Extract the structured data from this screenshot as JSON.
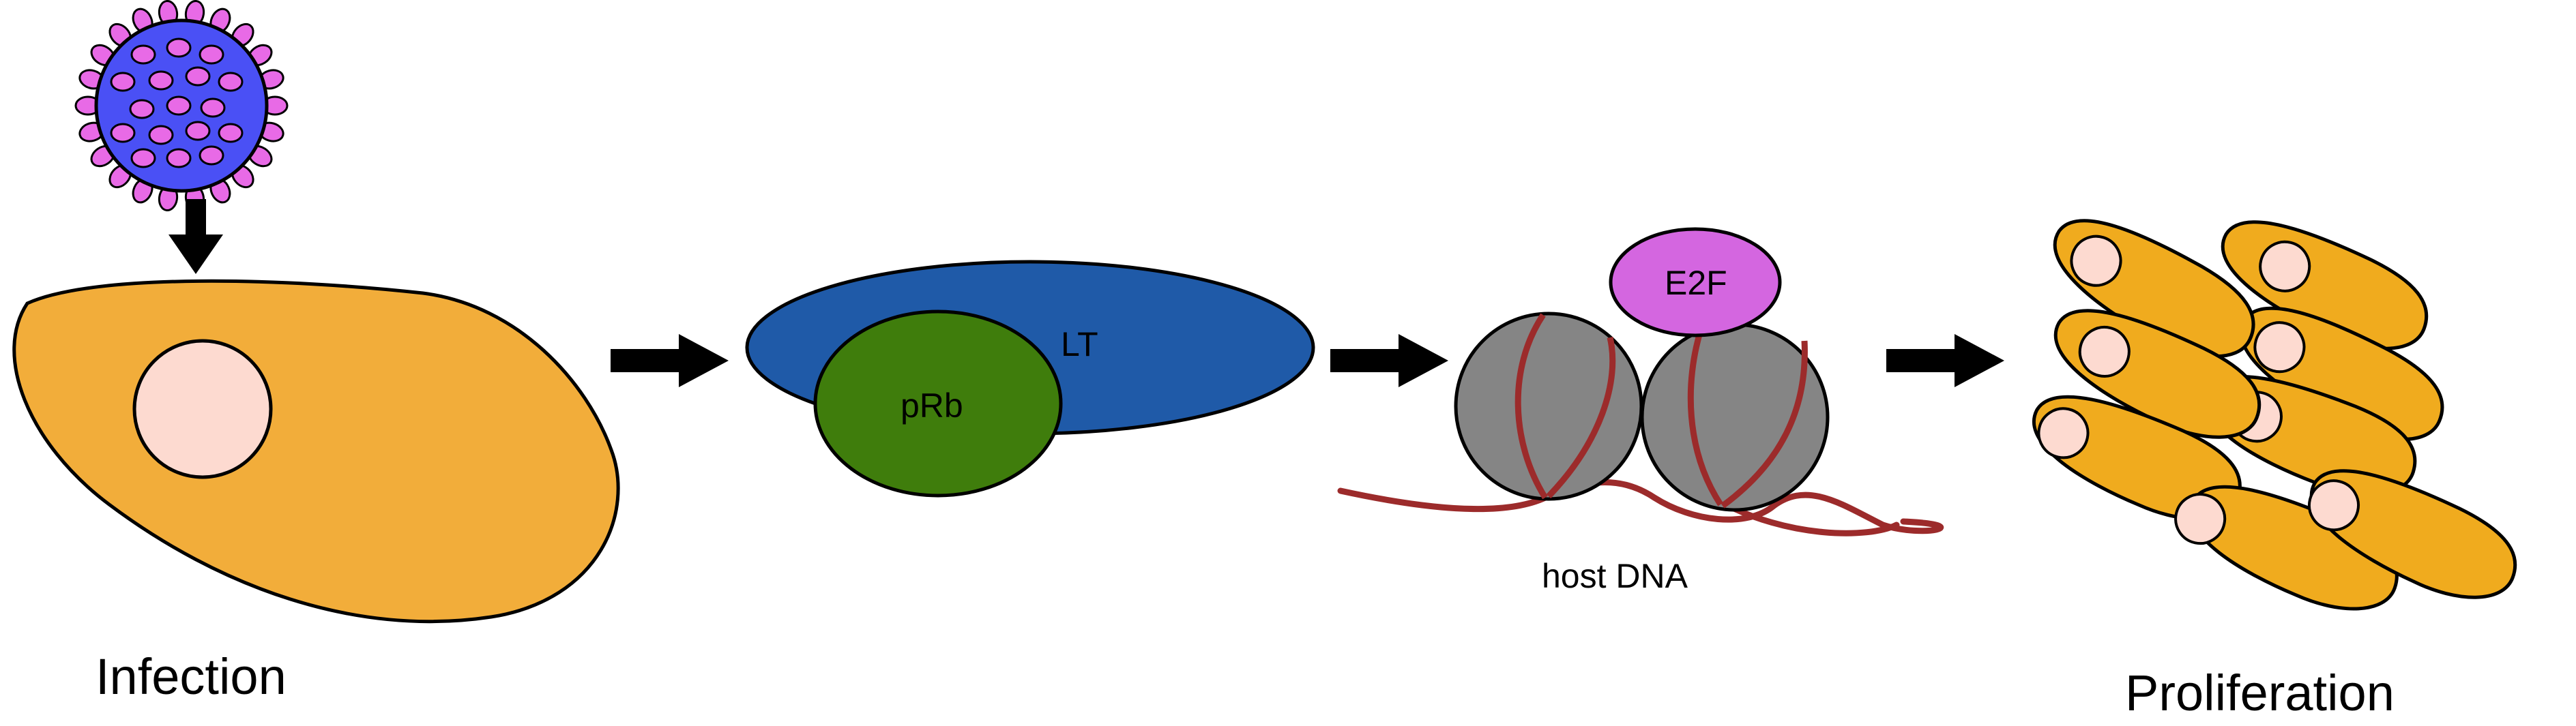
{
  "labels": {
    "infection": "Infection",
    "lt": "LT",
    "prb": "pRb",
    "e2f": "E2F",
    "host_dna": "host DNA",
    "proliferation": "Proliferation"
  },
  "colors": {
    "virus": "#4a50f5",
    "virus_dot": "#e86ae6",
    "cell": "#f2ad3a",
    "nucleus": "#fddad0",
    "lt": "#1f5aa8",
    "prb": "#3f7d0c",
    "e2f": "#d466e0",
    "histone": "#858585",
    "dna": "#9c2b2b",
    "prolif_cell": "#f0ab1e",
    "arrow": "#000000"
  }
}
